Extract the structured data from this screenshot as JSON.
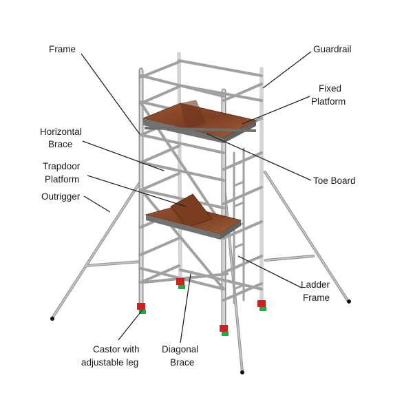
{
  "labels": {
    "frame": "Frame",
    "guardrail": "Guardrail",
    "fixed_platform": [
      "Fixed",
      "Platform"
    ],
    "horizontal_brace": [
      "Horizontal",
      "Brace"
    ],
    "toe_board": "Toe Board",
    "trapdoor_platform": [
      "Trapdoor",
      "Platform"
    ],
    "outrigger": "Outrigger",
    "ladder_frame": [
      "Ladder",
      "Frame"
    ],
    "castor": [
      "Castor with",
      "adjustable leg"
    ],
    "diagonal_brace": [
      "Diagonal",
      "Brace"
    ]
  },
  "colors": {
    "tube": "#c4c6c3",
    "tube_edge": "#8e918d",
    "plank": "#8a4a2a",
    "plank_dark": "#6e3620",
    "leader": "#222222",
    "castor_red": "#cc2222",
    "castor_green": "#22aa44"
  }
}
